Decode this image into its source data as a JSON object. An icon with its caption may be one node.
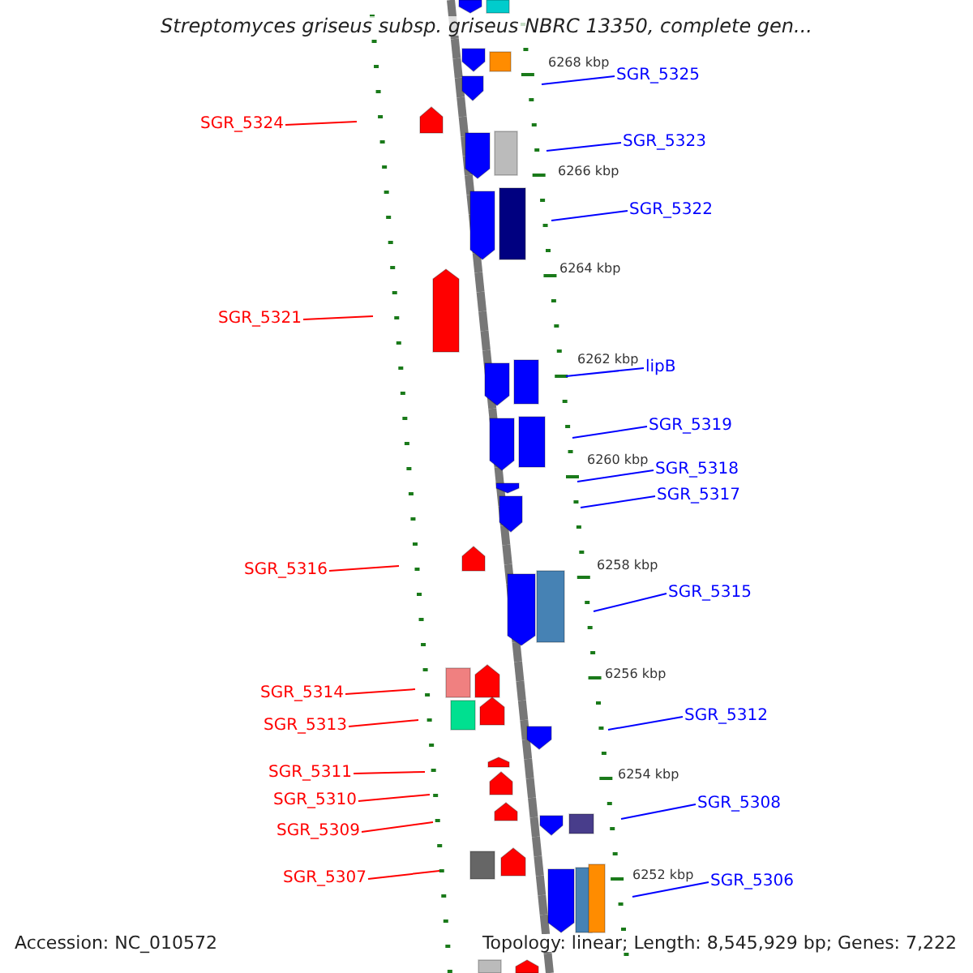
{
  "diagram": {
    "title": "Streptomyces griseus subsp. griseus NBRC 13350, complete gen...",
    "nodes": [
      {
        "text": [
          "SGR_5325"
        ]
      },
      {
        "text": [
          "SGR_5324"
        ]
      },
      {
        "text": [
          "SGR_5323"
        ]
      },
      {
        "text": [
          "SGR_5322"
        ]
      },
      {
        "text": [
          "SGR_5321"
        ]
      },
      {
        "text": [
          "lipB"
        ]
      },
      {
        "text": [
          "SGR_5319"
        ]
      },
      {
        "text": [
          "SGR_5318"
        ]
      },
      {
        "text": [
          "SGR_5317"
        ]
      },
      {
        "text": [
          "SGR_5316"
        ]
      },
      {
        "text": [
          "SGR_5315"
        ]
      },
      {
        "text": [
          "SGR_5314"
        ]
      },
      {
        "text": [
          "SGR_5313"
        ]
      },
      {
        "text": [
          "SGR_5312"
        ]
      },
      {
        "text": [
          "SGR_5311"
        ]
      },
      {
        "text": [
          "SGR_5310"
        ]
      },
      {
        "text": [
          "SGR_5309"
        ]
      },
      {
        "text": [
          "SGR_5308"
        ]
      },
      {
        "text": [
          "SGR_5307"
        ]
      },
      {
        "text": [
          "SGR_5306"
        ]
      }
    ],
    "edges": [
      {
        "from": 0,
        "to": null,
        "arrow": "none"
      },
      {
        "from": 1,
        "to": null,
        "arrow": "none",
        "color": "#ff0000"
      },
      {
        "from": 2,
        "to": null,
        "arrow": "none"
      },
      {
        "from": 3,
        "to": null,
        "arrow": "none"
      },
      {
        "from": 4,
        "to": null,
        "arrow": "none",
        "color": "#ff0000"
      },
      {
        "from": 5,
        "to": null,
        "arrow": "none"
      },
      {
        "from": 6,
        "to": null,
        "arrow": "none"
      },
      {
        "from": 7,
        "to": null,
        "arrow": "none"
      },
      {
        "from": 8,
        "to": null,
        "arrow": "none"
      },
      {
        "from": 9,
        "to": null,
        "arrow": "none",
        "color": "#ff0000"
      },
      {
        "from": 10,
        "to": null,
        "arrow": "none"
      },
      {
        "from": 11,
        "to": null,
        "arrow": "none",
        "color": "#ff0000"
      },
      {
        "from": 12,
        "to": null,
        "arrow": "none",
        "color": "#ff0000"
      },
      {
        "from": 13,
        "to": null,
        "arrow": "none"
      },
      {
        "from": 14,
        "to": null,
        "arrow": "none",
        "color": "#ff0000"
      },
      {
        "from": 15,
        "to": null,
        "arrow": "none",
        "color": "#ff0000"
      },
      {
        "from": 16,
        "to": null,
        "arrow": "none",
        "color": "#ff0000"
      },
      {
        "from": 17,
        "to": null,
        "arrow": "none"
      },
      {
        "from": 18,
        "to": null,
        "arrow": "none",
        "color": "#ff0000"
      },
      {
        "from": 19,
        "to": null,
        "arrow": "none"
      }
    ],
    "labels": [
      "6268 kbp",
      "6266 kbp",
      "6264 kbp",
      "6262 kbp",
      "6260 kbp",
      "6258 kbp",
      "6256 kbp",
      "6254 kbp",
      "6252 kbp",
      "Accession: NC_010572",
      "Topology: linear; Length: 8,545,929 bp; Genes: 7,222"
    ]
  }
}
